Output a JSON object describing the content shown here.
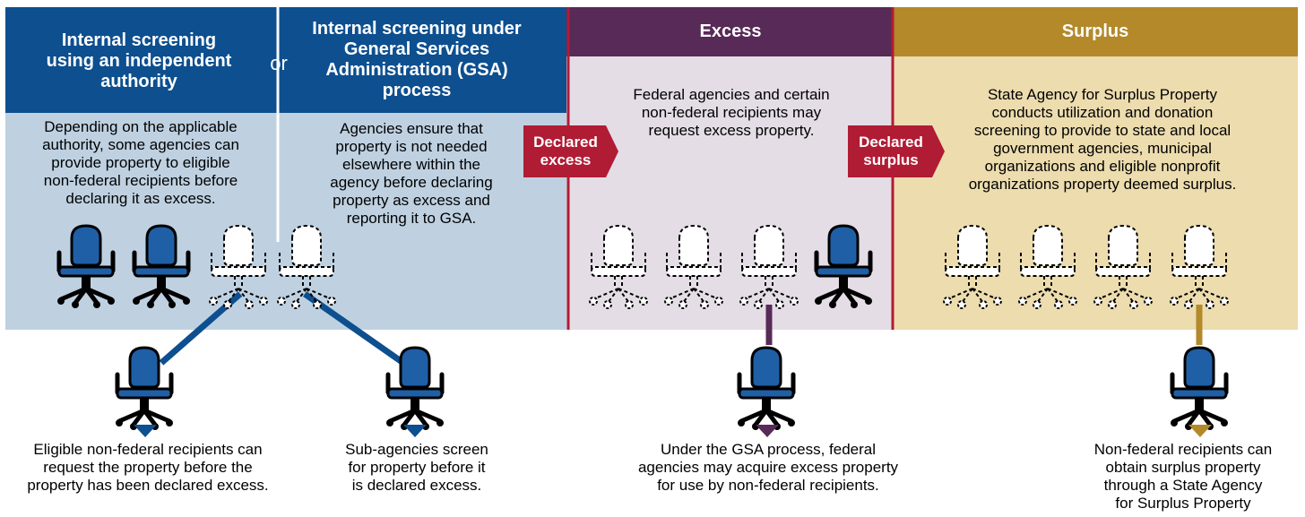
{
  "colors": {
    "blue_header": "#0d4f8f",
    "blue_body": "#bfd1e1",
    "purple_header": "#582a57",
    "purple_body": "#e4dde6",
    "gold_header": "#b3892a",
    "gold_body": "#ecdcae",
    "red_arrow": "#b01c34",
    "chair_blue": "#1f5fa6"
  },
  "internal_independent": {
    "title": "Internal screening\nusing an independent\nauthority",
    "body": "Depending on the applicable\nauthority, some agencies can\nprovide property to eligible\nnon-federal recipients before\ndeclaring it as excess."
  },
  "or_label": "or",
  "internal_gsa": {
    "title": "Internal screening under\nGeneral Services\nAdministration (GSA)\nprocess",
    "body": "Agencies ensure that\nproperty is not needed\nelsewhere within the\nagency before declaring\nproperty as excess and\nreporting it to GSA."
  },
  "excess": {
    "title": "Excess",
    "body": "Federal agencies and certain\nnon-federal recipients may\nrequest excess property."
  },
  "surplus": {
    "title": "Surplus",
    "body": "State Agency for Surplus Property\nconducts utilization and donation\nscreening to provide to state and local\ngovernment agencies, municipal\norganizations and eligible nonprofit\norganizations property deemed surplus."
  },
  "arrows": {
    "declared_excess": "Declared\nexcess",
    "declared_surplus": "Declared\nsurplus"
  },
  "captions": {
    "eligible_nonfederal": "Eligible non-federal recipients can\nrequest the property before the\nproperty has been declared excess.",
    "sub_agencies": "Sub-agencies screen\nfor property before it\nis declared excess.",
    "gsa_process": "Under the GSA process, federal\nagencies may acquire excess property\nfor use by non-federal recipients.",
    "state_agency": "Non-federal recipients can\nobtain surplus property\nthrough a State Agency\nfor Surplus Property"
  },
  "icons": [
    "office-chair-icon",
    "empty-chair-outline-icon"
  ]
}
